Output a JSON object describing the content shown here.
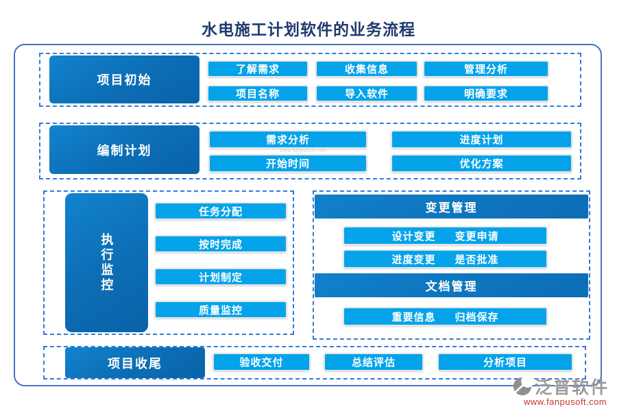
{
  "title": "水电施工计划软件的业务流程",
  "stages": {
    "init": {
      "label": "项目初始",
      "buttons": [
        "了解需求",
        "收集信息",
        "管理分析",
        "项目名称",
        "导入软件",
        "明确要求"
      ]
    },
    "plan": {
      "label": "编制计划",
      "buttons": [
        "需求分析",
        "进度计划",
        "开始时间",
        "优化方案"
      ]
    },
    "monitor": {
      "label": "执行监控",
      "buttons": [
        "任务分配",
        "按时完成",
        "计划制定",
        "质量监控"
      ]
    },
    "change": {
      "header": "变更管理",
      "rows": [
        [
          "设计变更",
          "变更申请"
        ],
        [
          "进度变更",
          "是否批准"
        ]
      ]
    },
    "doc": {
      "header": "文档管理",
      "rows": [
        [
          "重要信息",
          "归档保存"
        ]
      ]
    },
    "close": {
      "label": "项目收尾",
      "buttons": [
        "验收交付",
        "总结评估",
        "分析项目"
      ]
    }
  },
  "watermark": {
    "name": "泛普软件",
    "url": "www.fanpusoft.com"
  },
  "logo": {
    "name": "泛普软件",
    "url": "www.fanpusoft.com"
  },
  "colors": {
    "title_text": "#1F3A6E",
    "outer_border": "#4472C4",
    "dashed_border": "#2E7CD6",
    "stage_block": "#0D72BA",
    "button_cyan": "#04A3EA",
    "button_text": "#FFFFFF",
    "logo_gray": "#9A9A9A",
    "logo_url_red": "#C3372E"
  }
}
